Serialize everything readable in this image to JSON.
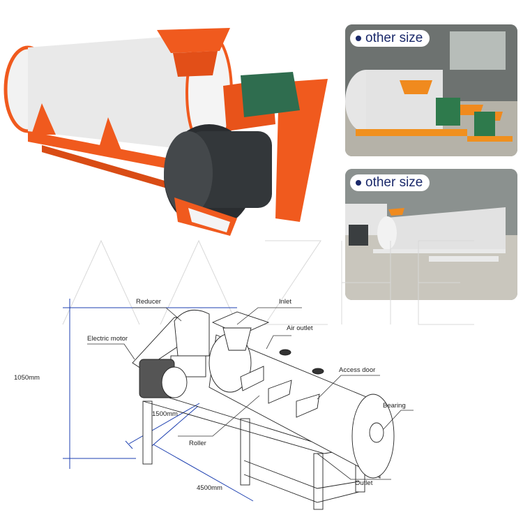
{
  "badges": {
    "top": "other size",
    "bottom": "other size"
  },
  "diagram": {
    "labels": {
      "reducer": "Reducer",
      "inlet": "Inlet",
      "air_outlet": "Air outlet",
      "electric_motor": "Electric motor",
      "access_door": "Access door",
      "bearing": "Bearing",
      "roller": "Roller",
      "outlet": "Outlet"
    },
    "dimensions": {
      "height": "1050mm",
      "width": "1500mm",
      "length": "4500mm"
    }
  },
  "colors": {
    "accent_orange": "#f05a1e",
    "machine_body": "#e8e8e8",
    "badge_text": "#1b2a6b",
    "dimension_line": "#1c3fb0"
  }
}
